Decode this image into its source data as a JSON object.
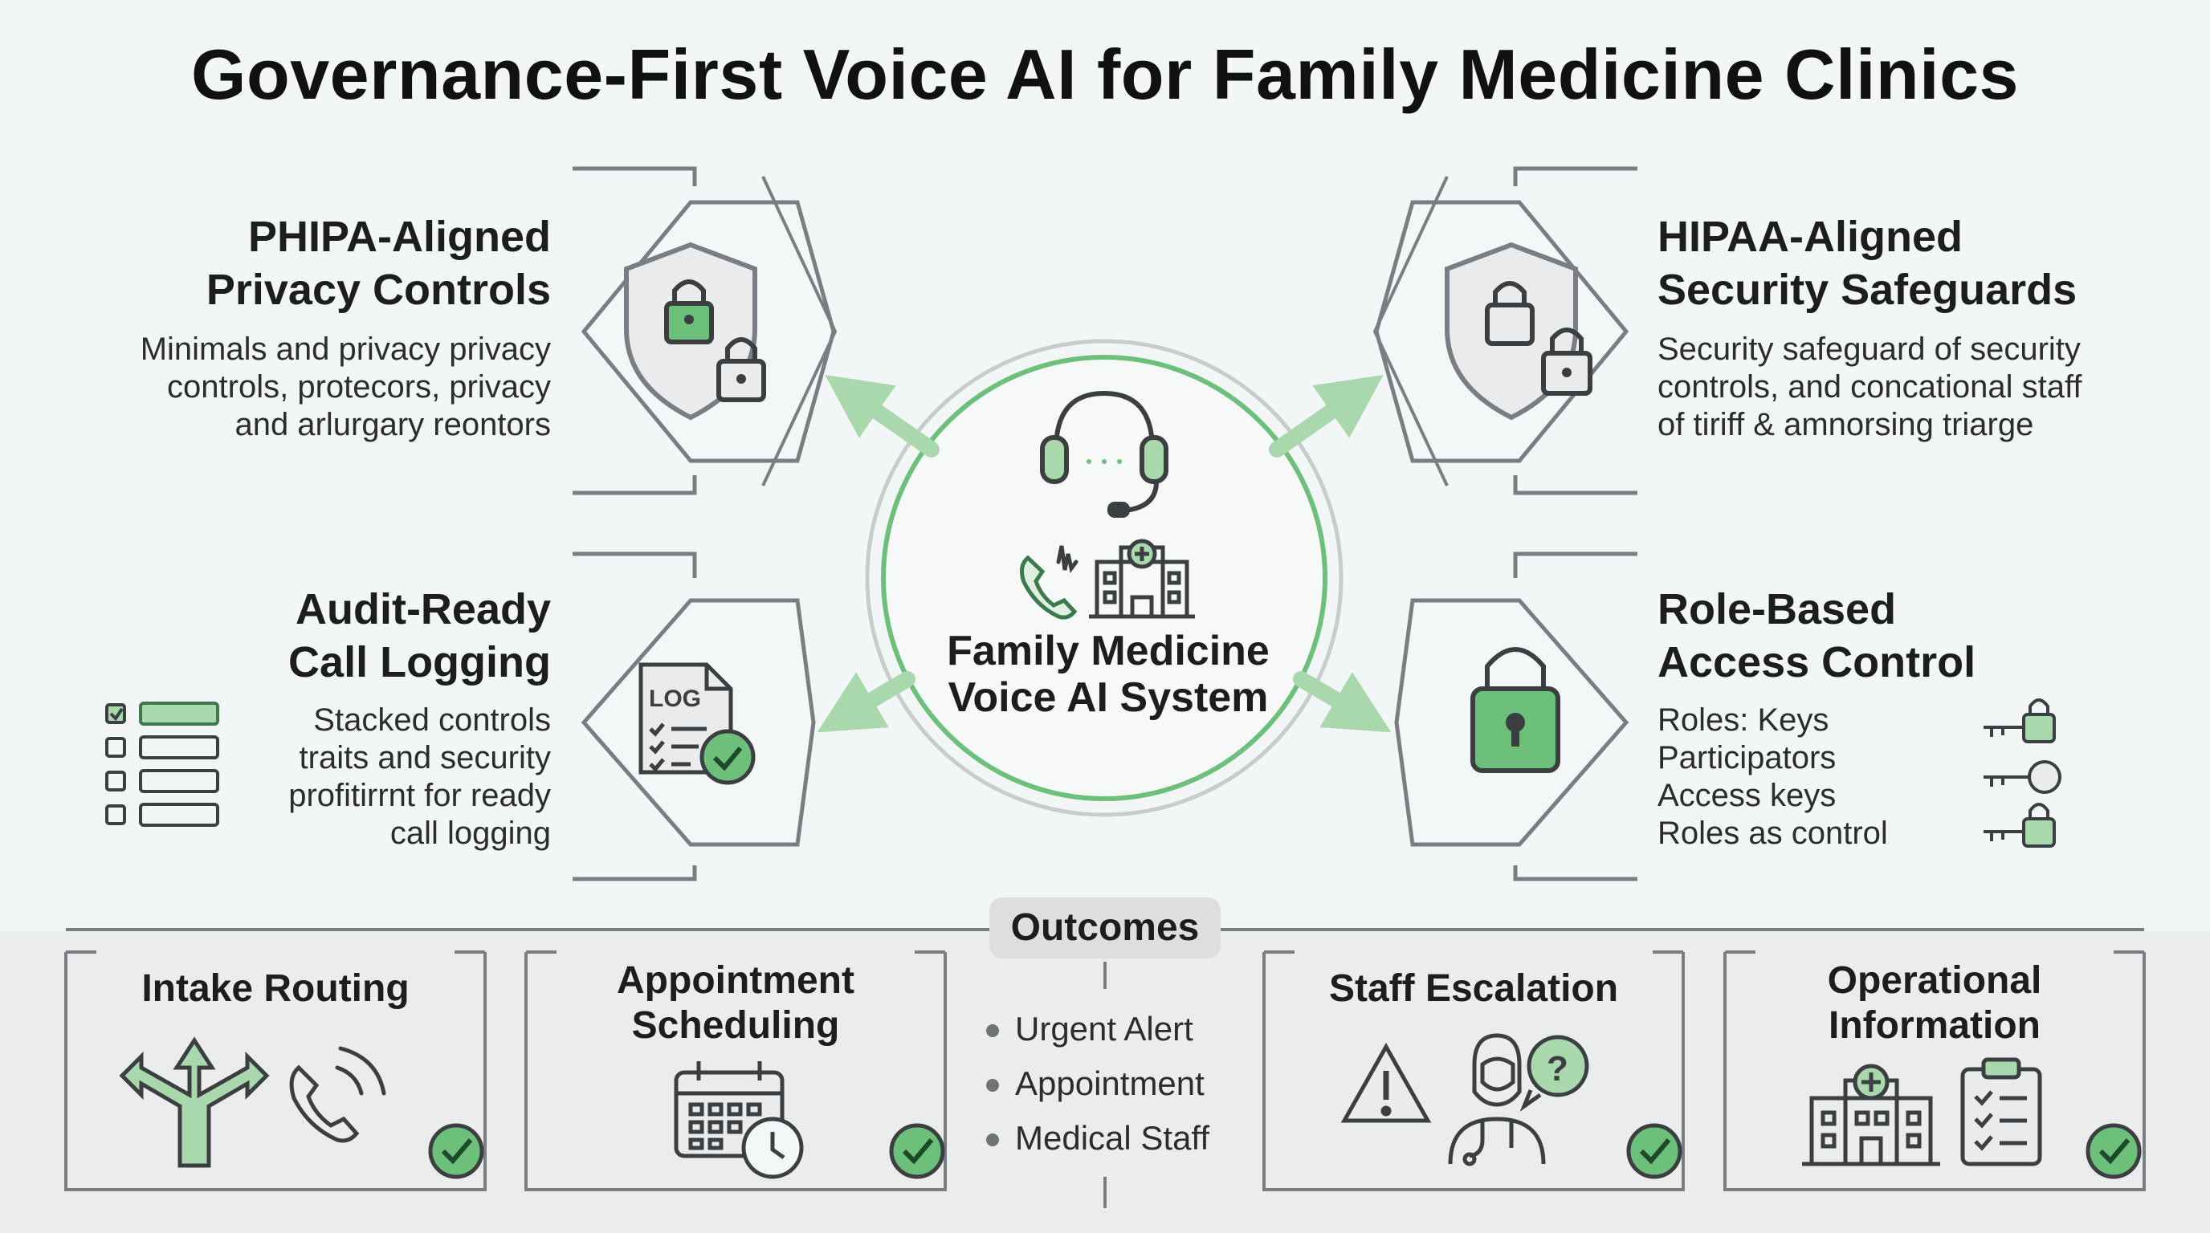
{
  "title": "Governance-First Voice AI for Family Medicine Clinics",
  "center": {
    "label_line1": "Family Medicine",
    "label_line2": "Voice AI System"
  },
  "features": {
    "phipa": {
      "title_line1": "PHIPA-Aligned",
      "title_line2": "Privacy Controls",
      "desc_lines": [
        "Minimals and privacy privacy",
        "controls, protecors, privacy",
        "and arlurgary reontors"
      ],
      "icon": "shield-lock-icon"
    },
    "hipaa": {
      "title_line1": "HIPAA-Aligned",
      "title_line2": "Security Safeguards",
      "desc_lines": [
        "Security safeguard of security",
        "controls, and concational staff",
        "of tiriff & amnorsing triarge"
      ],
      "icon": "shield-lock-icon"
    },
    "audit": {
      "title_line1": "Audit-Ready",
      "title_line2": "Call Logging",
      "desc_lines": [
        "Stacked controls",
        "traits and security",
        "profitirrnt for ready",
        "call logging"
      ],
      "log_label": "LOG",
      "icon": "log-document-icon"
    },
    "rbac": {
      "title_line1": "Role-Based",
      "title_line2": "Access Control",
      "desc_lines": [
        "Roles: Keys",
        "Participators",
        "Access keys",
        "Roles as control"
      ],
      "icon": "padlock-icon"
    }
  },
  "outcomes": {
    "label": "Outcomes",
    "bullets": [
      "Urgent Alert",
      "Appointment",
      "Medical Staff"
    ],
    "cards": [
      {
        "title_line1": "Intake Routing",
        "title_line2": "",
        "icon": "split-arrow-icon"
      },
      {
        "title_line1": "Appointment",
        "title_line2": "Scheduling",
        "icon": "calendar-clock-icon"
      },
      {
        "title_line1": "Staff Escalation",
        "title_line2": "",
        "icon": "warning-doctor-icon"
      },
      {
        "title_line1": "Operational",
        "title_line2": "Information",
        "icon": "hospital-clipboard-icon"
      }
    ]
  },
  "colors": {
    "accent_green": "#6cc07a",
    "light_green": "#a9d8ac",
    "stroke_gray": "#3b3f42",
    "hex_gray": "#7a7e82"
  }
}
